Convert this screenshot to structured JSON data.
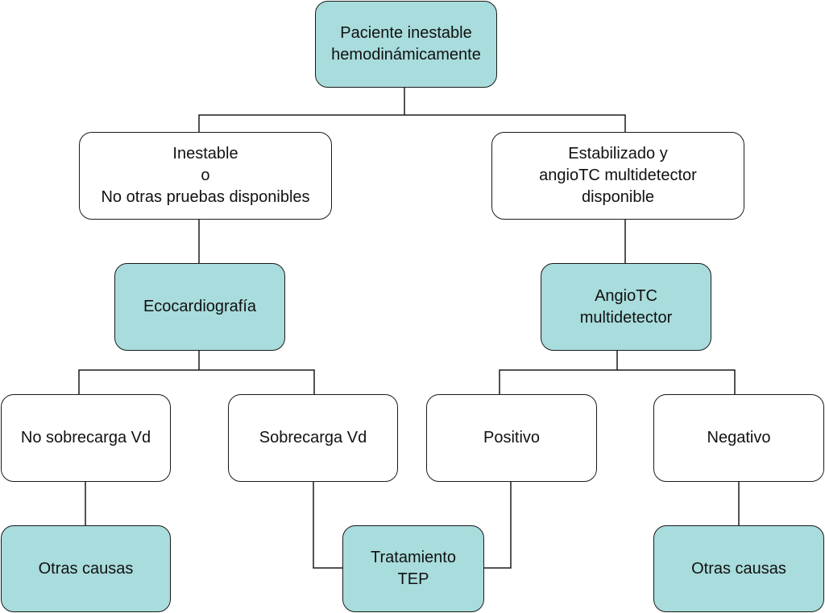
{
  "colors": {
    "highlight_fill": "#a9dcdc",
    "plain_fill": "#ffffff",
    "line": "#1a1a1a"
  },
  "nodes": {
    "root": "Paciente inestable\nhemodinámicamente",
    "inestable": "Inestable\no\nNo otras pruebas disponibles",
    "estabilizado": "Estabilizado y\nangioTC multidetector\ndisponible",
    "ecocardiografia": "Ecocardiografía",
    "angiotc": "AngioTC\nmultidetector",
    "no_sobrecarga": "No sobrecarga Vd",
    "sobrecarga": "Sobrecarga Vd",
    "positivo": "Positivo",
    "negativo": "Negativo",
    "otras_causas_1": "Otras causas",
    "tratamiento": "Tratamiento\nTEP",
    "otras_causas_2": "Otras causas"
  }
}
